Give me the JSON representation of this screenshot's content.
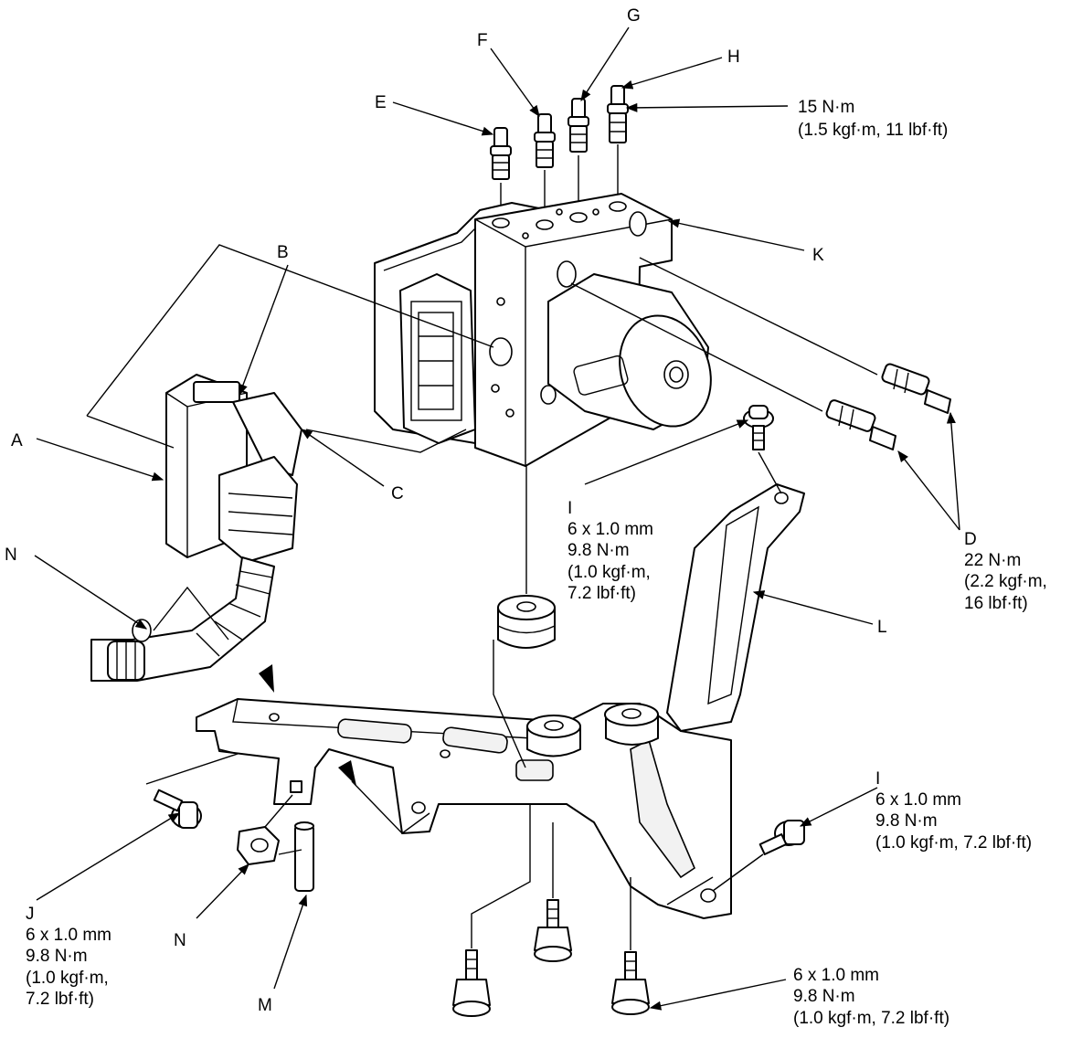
{
  "callouts": {
    "A": "A",
    "B": "B",
    "C": "C",
    "D": "D",
    "E": "E",
    "F": "F",
    "G": "G",
    "H": "H",
    "I": "I",
    "J": "J",
    "K": "K",
    "L": "L",
    "M": "M",
    "N": "N"
  },
  "specs": {
    "brake_line_small": [
      "15 N·m",
      "(1.5 kgf·m, 11 lbf·ft)"
    ],
    "brake_line_large": [
      "22 N·m",
      "(2.2 kgf·m,",
      "16 lbf·ft)"
    ],
    "bolt_I_upper": [
      "6 x 1.0 mm",
      "9.8 N·m",
      "(1.0 kgf·m,",
      "7.2 lbf·ft)"
    ],
    "bolt_I_right": [
      "6 x 1.0 mm",
      "9.8 N·m",
      "(1.0 kgf·m, 7.2 lbf·ft)"
    ],
    "bolt_J": [
      "6 x 1.0 mm",
      "9.8 N·m",
      "(1.0 kgf·m,",
      "7.2 lbf·ft)"
    ],
    "bolts_bottom": [
      "6 x 1.0 mm",
      "9.8 N·m",
      "(1.0 kgf·m, 7.2 lbf·ft)"
    ]
  }
}
